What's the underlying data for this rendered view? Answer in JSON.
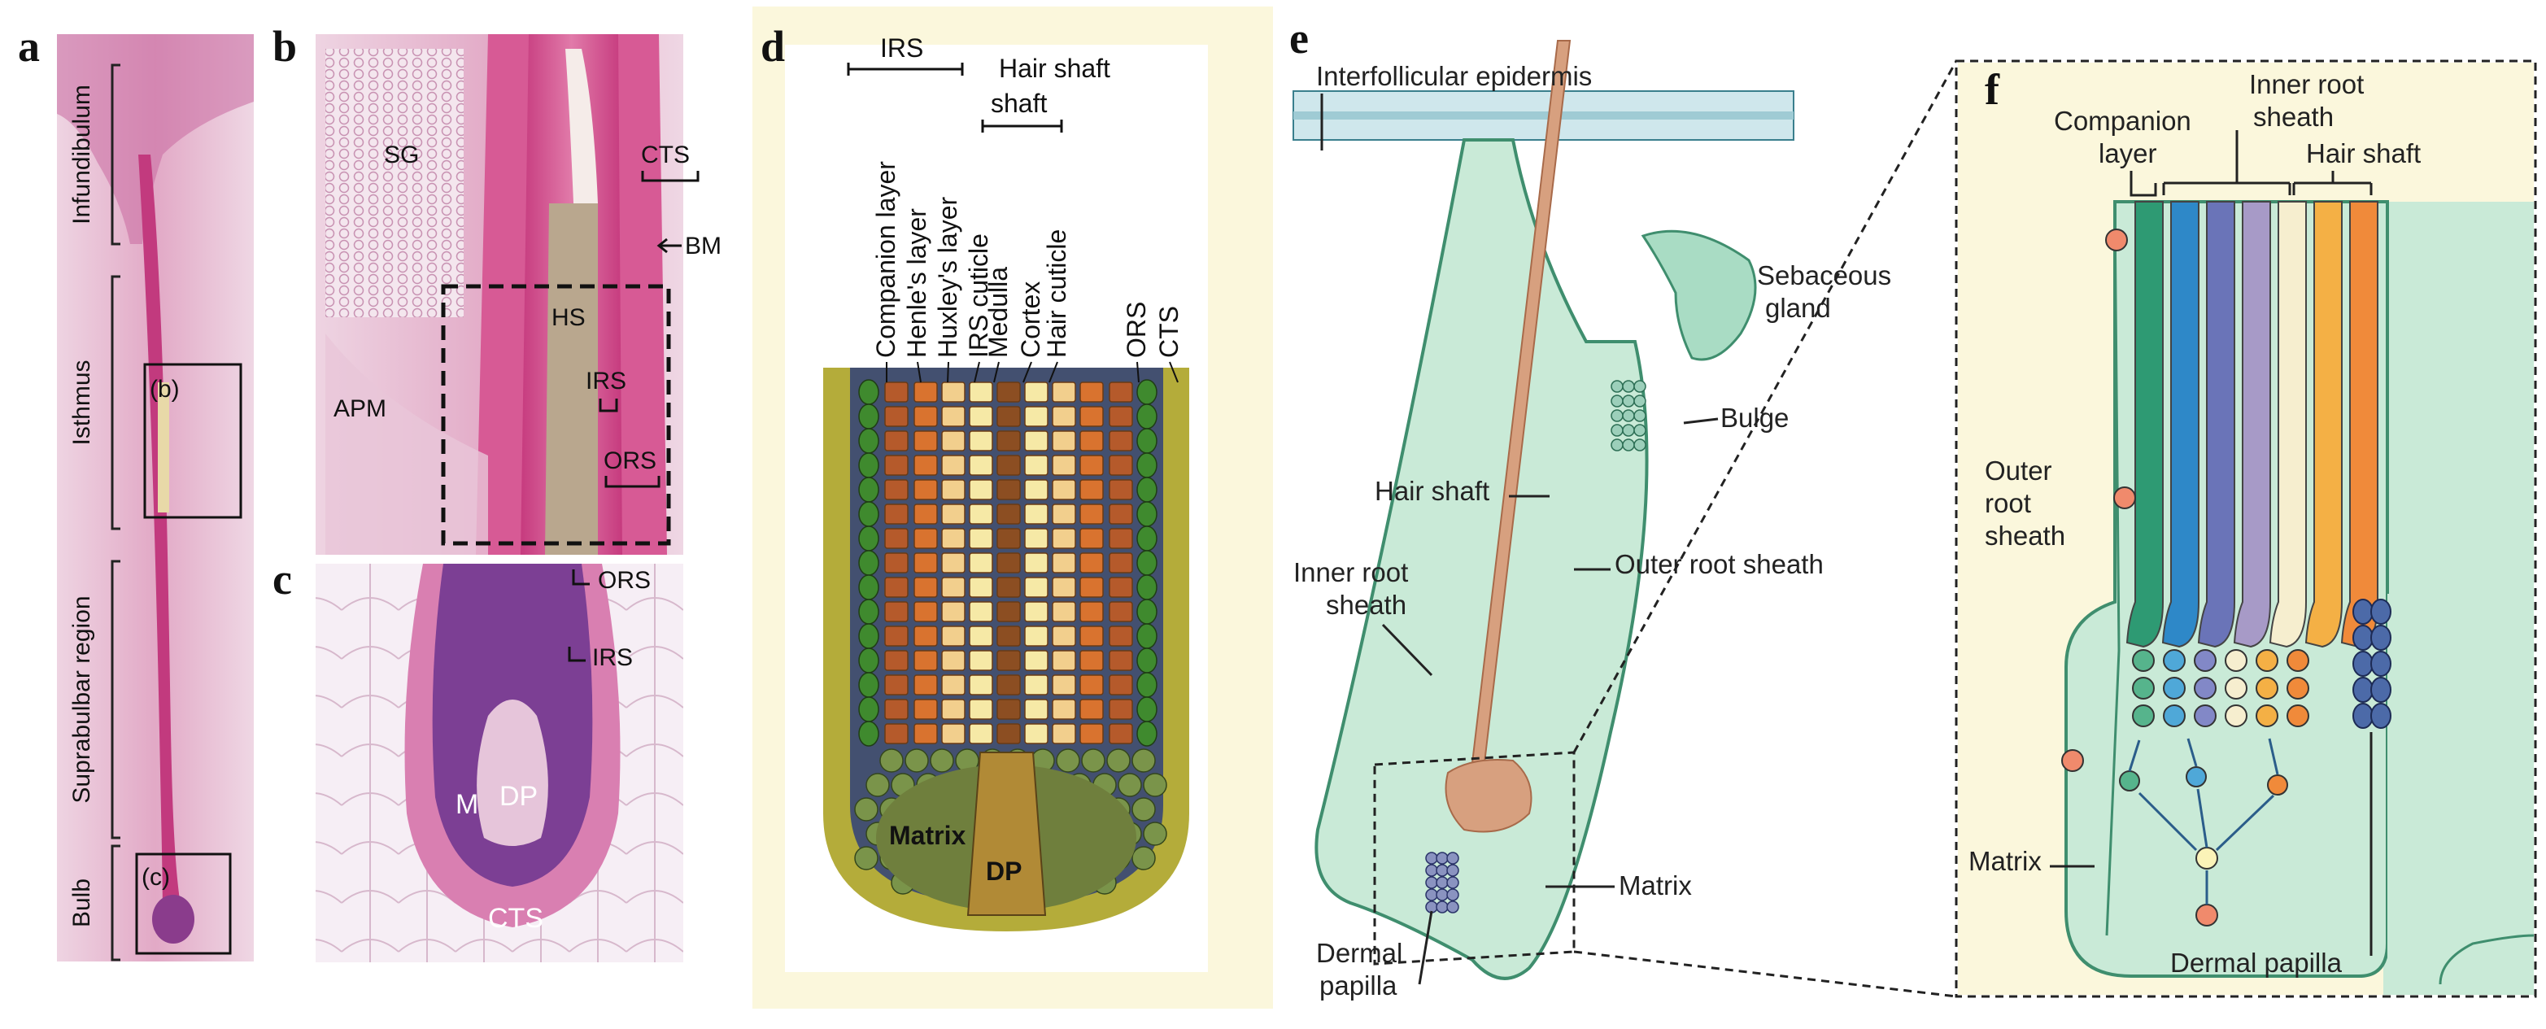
{
  "panels": {
    "a": {
      "letter": "a",
      "regions": [
        "Infundibulum",
        "Isthmus",
        "Suprabulbar region",
        "Bulb"
      ],
      "boxes": [
        "(b)",
        "(c)"
      ]
    },
    "b": {
      "letter": "b",
      "labels": [
        "SG",
        "HS",
        "APM",
        "IRS",
        "ORS",
        "CTS",
        "BM"
      ]
    },
    "c": {
      "letter": "c",
      "labels": [
        "ORS",
        "IRS",
        "M",
        "DP",
        "CTS"
      ]
    },
    "d": {
      "letter": "d",
      "group_irs": "IRS",
      "group_hair_shaft": "Hair shaft",
      "layers": [
        "Companion layer",
        "Henle's layer",
        "Huxley's layer",
        "IRS cuticle",
        "Medulla",
        "Cortex",
        "Hair cuticle",
        "ORS",
        "CTS"
      ],
      "matrix": "Matrix",
      "dp": "DP"
    },
    "e": {
      "letter": "e",
      "labels": {
        "interfollicular": "Interfollicular epidermis",
        "sebaceous": "Sebaceous",
        "gland": "gland",
        "bulge": "Bulge",
        "hair_shaft": "Hair shaft",
        "outer_root_sheath": "Outer root sheath",
        "inner_root": "Inner root",
        "sheath": "sheath",
        "matrix": "Matrix",
        "dermal": "Dermal",
        "papilla": "papilla"
      }
    },
    "f": {
      "letter": "f",
      "labels": {
        "companion": "Companion",
        "layer": "layer",
        "inner_root": "Inner root",
        "sheath": "sheath",
        "hair_shaft": "Hair shaft",
        "outer": "Outer",
        "root": "root",
        "sheath2": "sheath",
        "matrix": "Matrix",
        "dermal_papilla": "Dermal papilla"
      }
    }
  },
  "colors": {
    "panel_bg": "#fbf7dc",
    "follicle_green": "#c9ead7",
    "follicle_stroke": "#3f8e6e",
    "shaft": "#d7a07f",
    "cts_olive": "#b4ac3a",
    "histo_pink": "#e4aecb"
  }
}
